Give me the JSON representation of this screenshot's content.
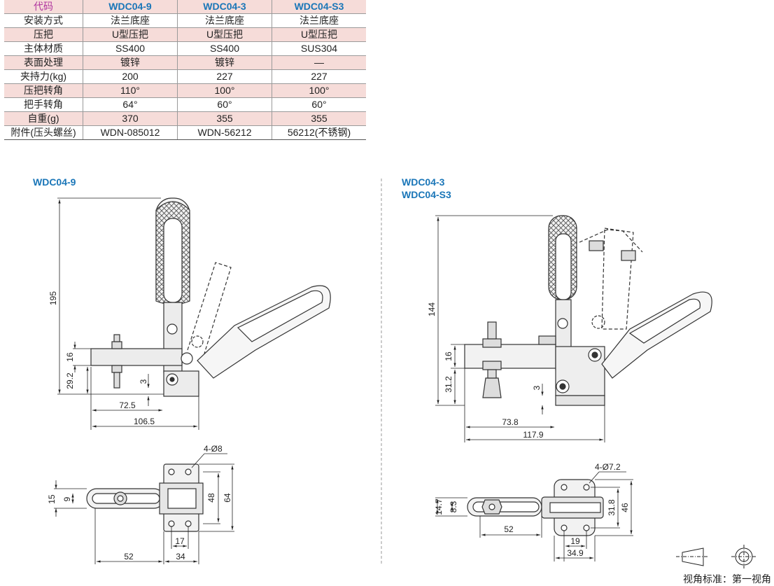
{
  "table": {
    "header": {
      "code": "代码",
      "models": [
        "WDC04-9",
        "WDC04-3",
        "WDC04-S3"
      ]
    },
    "rows": [
      {
        "label": "安装方式",
        "values": [
          "法兰底座",
          "法兰底座",
          "法兰底座"
        ]
      },
      {
        "label": "压把",
        "values": [
          "U型压把",
          "U型压把",
          "U型压把"
        ]
      },
      {
        "label": "主体材质",
        "values": [
          "SS400",
          "SS400",
          "SUS304"
        ]
      },
      {
        "label": "表面处理",
        "values": [
          "镀锌",
          "镀锌",
          "—"
        ]
      },
      {
        "label": "夹持力(kg)",
        "values": [
          "200",
          "227",
          "227"
        ]
      },
      {
        "label": "压把转角",
        "values": [
          "110°",
          "100°",
          "100°"
        ]
      },
      {
        "label": "把手转角",
        "values": [
          "64°",
          "60°",
          "60°"
        ]
      },
      {
        "label": "自重(g)",
        "values": [
          "370",
          "355",
          "355"
        ]
      },
      {
        "label": "附件(压头螺丝)",
        "values": [
          "WDN-085012",
          "WDN-56212",
          "56212(不锈钢)"
        ]
      }
    ]
  },
  "left": {
    "title": "WDC04-9",
    "dims": {
      "height_total": "195",
      "d16": "16",
      "d29": "29.2",
      "d3": "3",
      "d72": "72.5",
      "d106": "106.5",
      "holes": "4-Ø8",
      "d15": "15",
      "d9": "9",
      "d48": "48",
      "d64": "64",
      "d17": "17",
      "d52": "52",
      "d34": "34"
    }
  },
  "right": {
    "title1": "WDC04-3",
    "title2": "WDC04-S3",
    "dims": {
      "height_total": "144",
      "d16": "16",
      "d31": "31.2",
      "d3": "3",
      "d73": "73.8",
      "d117": "117.9",
      "holes": "4-Ø7.2",
      "d14": "14.7",
      "d8": "8.3",
      "d31b": "31.8",
      "d46": "46",
      "d52": "52",
      "d19": "19",
      "d34": "34.9"
    }
  },
  "legend": {
    "label": "视角标准：第一视角"
  }
}
